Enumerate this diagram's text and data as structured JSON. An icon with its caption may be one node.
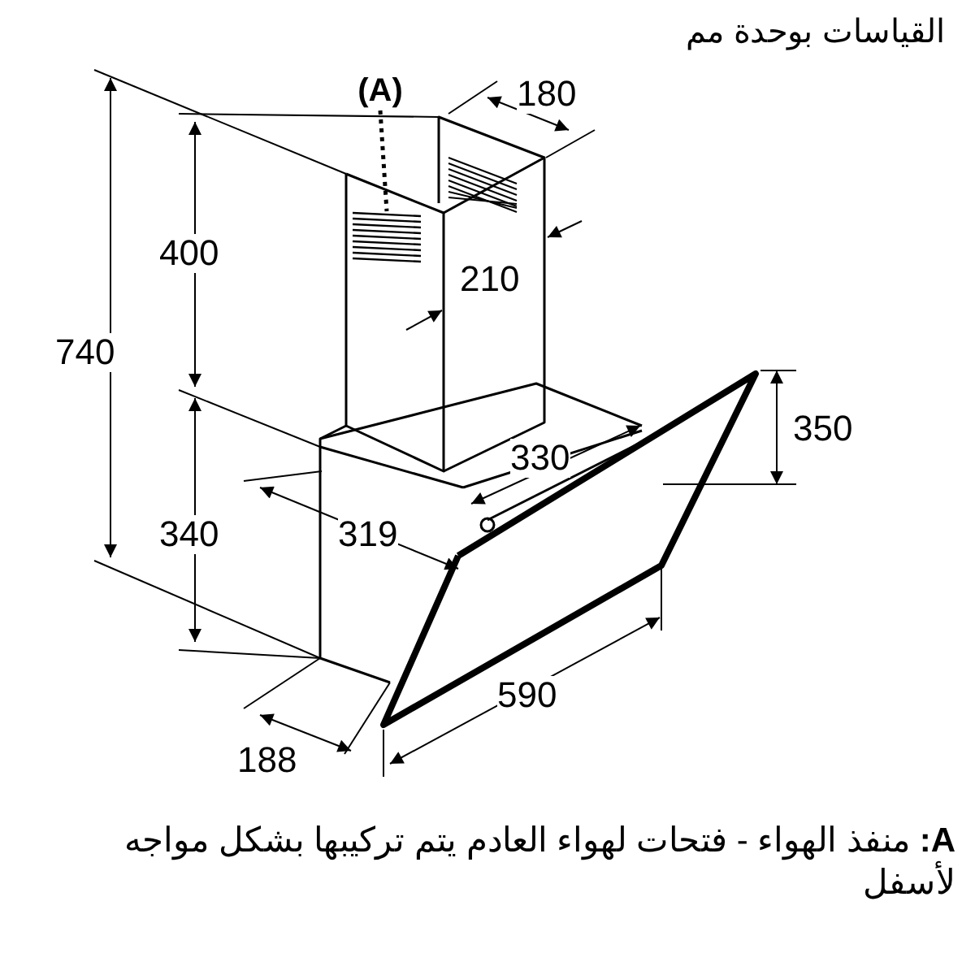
{
  "diagram": {
    "title": "القياسات بوحدة مم",
    "nodes": [
      {
        "text": [
          "(A)"
        ]
      },
      {
        "text": [],
        "shape": "picture"
      }
    ],
    "edges": [
      {
        "from": 0,
        "to": 1,
        "arrow": "none",
        "style": "dashed"
      }
    ],
    "labels": [
      "180",
      "400",
      "210",
      "740",
      "350",
      "330",
      "319",
      "340",
      "590",
      "188",
      "**A:** منفذ الهواء - فتحات لهواء العادم يتم تركيبها بشكل مواجه لأسفل"
    ]
  }
}
